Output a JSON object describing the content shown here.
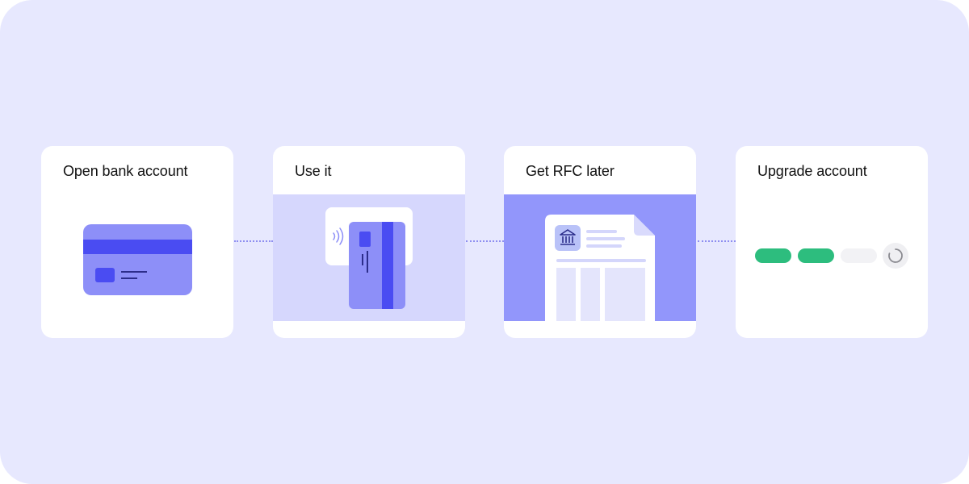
{
  "steps": [
    {
      "title": "Open bank account",
      "illustration": "credit-card-icon"
    },
    {
      "title": "Use it",
      "illustration": "contactless-payment-icon"
    },
    {
      "title": "Get RFC later",
      "illustration": "tax-document-icon"
    },
    {
      "title": "Upgrade account",
      "illustration": "progress-steps-icon"
    }
  ],
  "upgrade_progress": {
    "completed": 2,
    "total": 3,
    "loading": true
  },
  "colors": {
    "background": "#e7e8fe",
    "card": "#ffffff",
    "accent": "#4a4cf2",
    "accent_light": "#8d8ff8",
    "band_light": "#d6d7fd",
    "band_dark": "#9296fb",
    "success": "#2dbd7e",
    "connector": "#8e8ef0"
  }
}
